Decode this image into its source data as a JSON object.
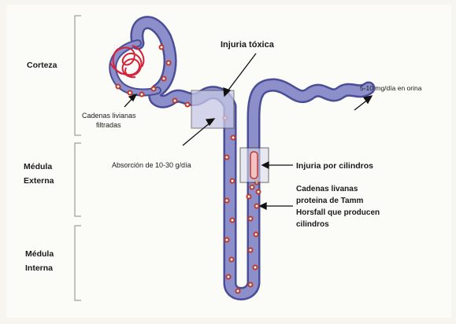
{
  "zones": {
    "cortex": "Corteza",
    "outer_medulla_line1": "Médula",
    "outer_medulla_line2": "Externa",
    "inner_medulla_line1": "Médula",
    "inner_medulla_line2": "Interna"
  },
  "annotations": {
    "filtered_light_chains_line1": "Cadenas livianas",
    "filtered_light_chains_line2": "filtradas",
    "absorption": "Absorción de 10-30 g/día",
    "toxic_injury": "Injuria tóxica",
    "urine_excretion": "5-10 mg/día en orina",
    "cast_injury": "Injuria por cilindros",
    "tamm_horsfall_line1": "Cadenas livanas",
    "tamm_horsfall_line2": "proteina de Tamm",
    "tamm_horsfall_line3": "Horsfall que producen",
    "tamm_horsfall_line4": "cilindros"
  },
  "colors": {
    "tubule_fill": "#8c8fc9",
    "tubule_stroke": "#4a4e98",
    "light_chain": "#c0392b",
    "glomerulus": "#d4233a",
    "injury_box": "#c7c9e6",
    "background": "#f7f5ef"
  }
}
